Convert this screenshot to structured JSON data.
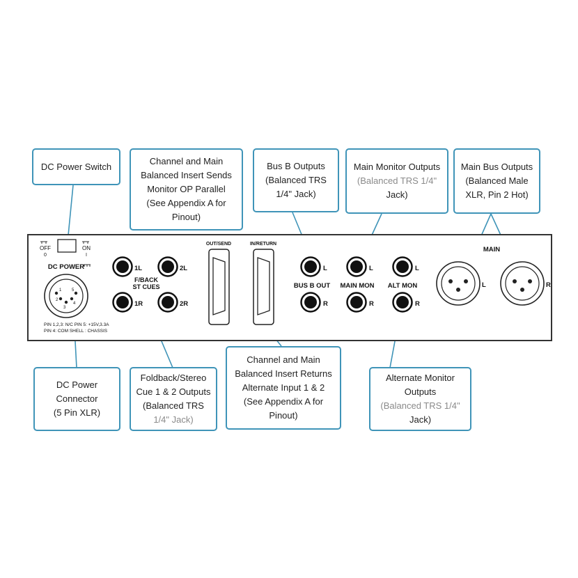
{
  "colors": {
    "callout_border": "#3f94b8",
    "panel_border": "#333333",
    "leader": "#3f94b8"
  },
  "callouts": {
    "dc_switch": {
      "lines": [
        "DC Power Switch"
      ]
    },
    "insert_sends": {
      "lines": [
        "Channel and Main",
        "Balanced Insert Sends",
        "Monitor OP Parallel",
        "(See Appendix A for",
        "Pinout)"
      ]
    },
    "bus_b": {
      "lines": [
        "Bus B Outputs",
        "(Balanced TRS",
        "1/4\" Jack)"
      ]
    },
    "main_mon": {
      "lines": [
        "Main Monitor Outputs"
      ],
      "muted": "(Balanced TRS 1/4\"",
      "tail": "Jack)"
    },
    "main_bus": {
      "lines": [
        "Main Bus Outputs",
        "(Balanced Male",
        "XLR, Pin 2 Hot)"
      ]
    },
    "dc_connector": {
      "lines": [
        "DC Power",
        "Connector",
        "(5 Pin XLR)"
      ]
    },
    "foldback": {
      "lines": [
        "Foldback/Stereo",
        "Cue 1 & 2 Outputs",
        "(Balanced TRS"
      ],
      "tail": "1/4\" Jack)"
    },
    "insert_returns": {
      "lines": [
        "Channel and Main",
        "Balanced Insert Returns",
        "Alternate Input 1 & 2",
        "(See Appendix A for",
        "Pinout)"
      ]
    },
    "alt_mon": {
      "lines": [
        "Alternate Monitor",
        "Outputs"
      ],
      "muted": "(Balanced TRS 1/4\"",
      "tail": "Jack)"
    }
  },
  "panel": {
    "switch_off": "OFF",
    "switch_off_sym": "0",
    "switch_on": "ON",
    "switch_on_sym": "I",
    "dc_power": "DC POWER",
    "dc_pins": [
      "1",
      "2",
      "3",
      "4",
      "5"
    ],
    "pin_note_1": "PIN 1,2,3: N/C  PIN 5: +15V,3.3A",
    "pin_note_2": "PIN 4: COM       SHELL : CHASSIS",
    "jack_1l": "1L",
    "jack_2l": "2L",
    "jack_1r": "1R",
    "jack_2r": "2R",
    "fback_1": "F/BACK",
    "fback_2": "ST CUES",
    "out_send": "OUT/SEND",
    "in_return": "IN/RETURN",
    "bus_b_out": "BUS B OUT",
    "main_mon": "MAIN MON",
    "alt_mon": "ALT MON",
    "l": "L",
    "r": "R",
    "main": "MAIN"
  }
}
